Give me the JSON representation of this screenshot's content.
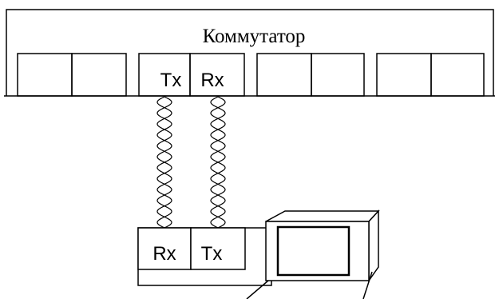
{
  "switch": {
    "title": "Коммутатор",
    "port_labels": {
      "tx": "Tx",
      "rx": "Rx"
    }
  },
  "computer": {
    "port_labels": {
      "rx": "Rx",
      "tx": "Tx"
    }
  },
  "colors": {
    "stroke": "#000000",
    "background": "#ffffff"
  }
}
